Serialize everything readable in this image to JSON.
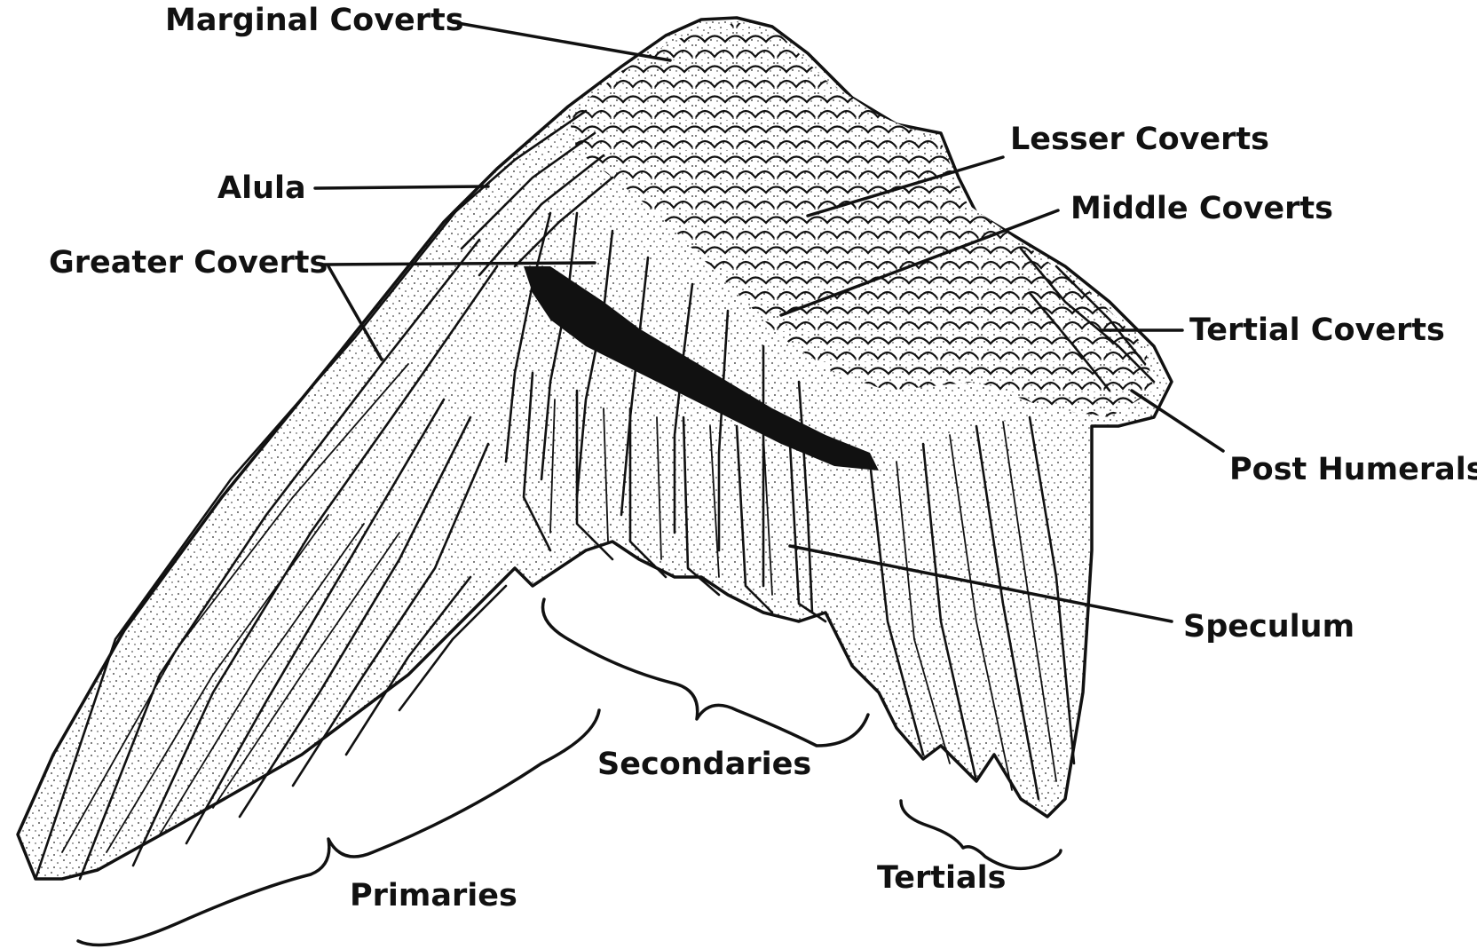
{
  "diagram": {
    "labels": {
      "marginal_coverts": "Marginal Coverts",
      "alula": "Alula",
      "greater_coverts": "Greater Coverts",
      "lesser_coverts": "Lesser Coverts",
      "middle_coverts": "Middle Coverts",
      "tertial_coverts": "Tertial Coverts",
      "post_humerals": "Post Humerals",
      "speculum": "Speculum",
      "secondaries": "Secondaries",
      "primaries": "Primaries",
      "tertials": "Tertials"
    }
  }
}
